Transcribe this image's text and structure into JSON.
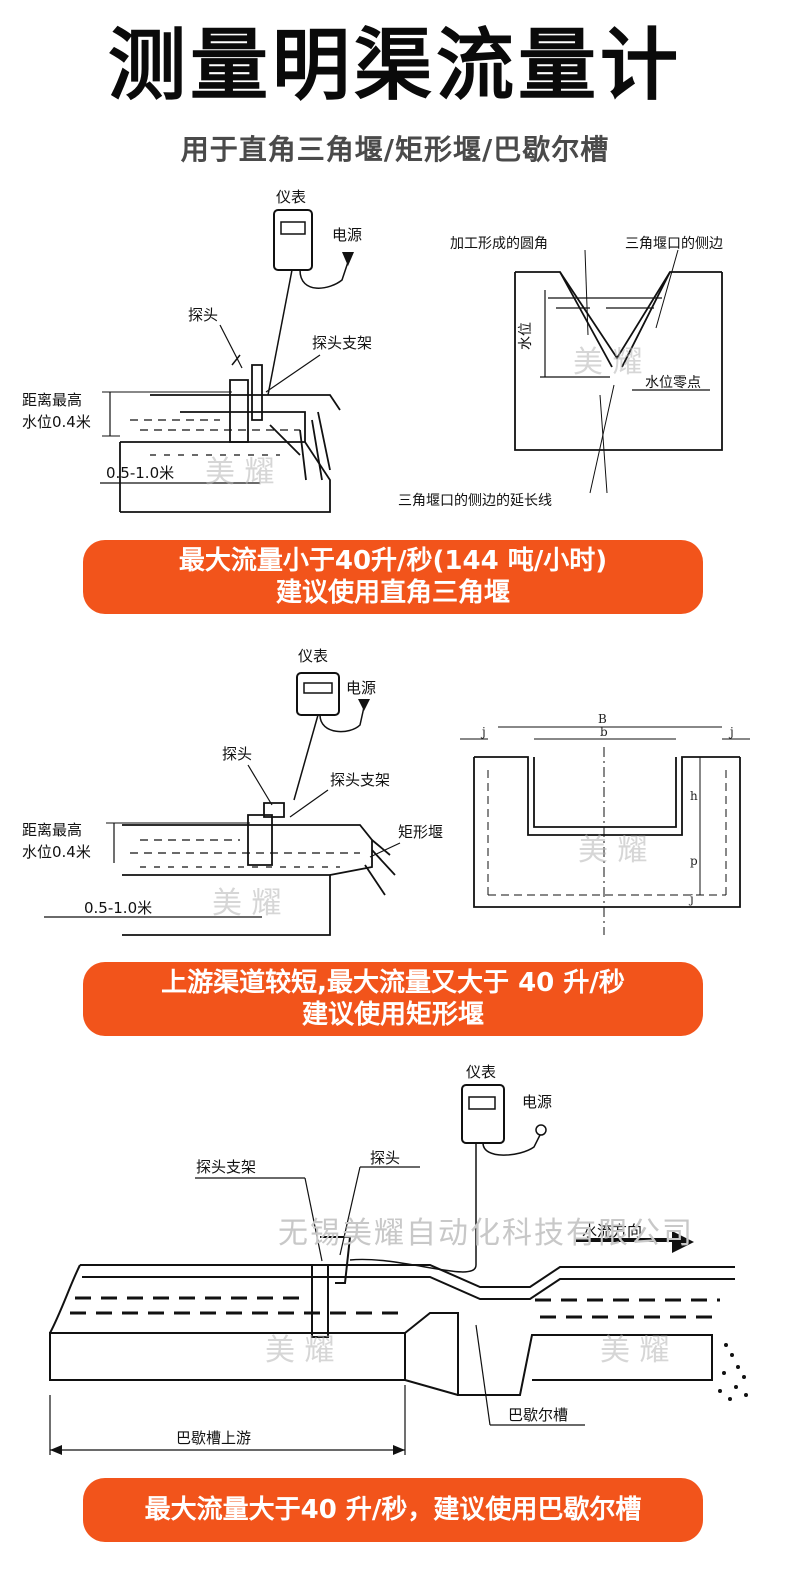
{
  "title": "测量明渠流量计",
  "subtitle": "用于直角三角堰/矩形堰/巴歇尔槽",
  "section1": {
    "labels": {
      "meter": "仪表",
      "power": "电源",
      "probe": "探头",
      "probe_bracket": "探头支架",
      "height_line1": "距离最高",
      "height_line2": "水位0.4米",
      "distance": "0.5-1.0米",
      "rounded": "加工形成的圆角",
      "notch_side": "三角堰口的侧边",
      "water_level": "水位",
      "zero_point": "水位零点",
      "extension": "三角堰口的侧边的延长线"
    },
    "watermark": "美 耀",
    "banner_line1": "最大流量小于40升/秒(144 吨/小时)",
    "banner_line2": "建议使用直角三角堰"
  },
  "section2": {
    "labels": {
      "meter": "仪表",
      "power": "电源",
      "probe": "探头",
      "probe_bracket": "探头支架",
      "weir": "矩形堰",
      "height_line1": "距离最高",
      "height_line2": "水位0.4米",
      "distance": "0.5-1.0米",
      "dim_B": "B",
      "dim_b": "b",
      "dim_j_left": "j",
      "dim_j_right": "j",
      "dim_h": "h",
      "dim_p": "p",
      "dim_j_bottom": "j"
    },
    "watermark": "美 耀",
    "banner_line1": "上游渠道较短,最大流量又大于 40 升/秒",
    "banner_line2": "建议使用矩形堰"
  },
  "section3": {
    "labels": {
      "meter": "仪表",
      "power": "电源",
      "probe": "探头",
      "probe_bracket": "探头支架",
      "flow_direction": "水流方向",
      "flume": "巴歇尔槽",
      "upstream": "巴歇槽上游"
    },
    "watermark": "美 耀",
    "company": "无锡美耀自动化科技有限公司",
    "banner_line1": "最大流量大于40 升/秒，建议使用巴歇尔槽"
  },
  "colors": {
    "banner": "#f2541b",
    "ink": "#111111"
  }
}
